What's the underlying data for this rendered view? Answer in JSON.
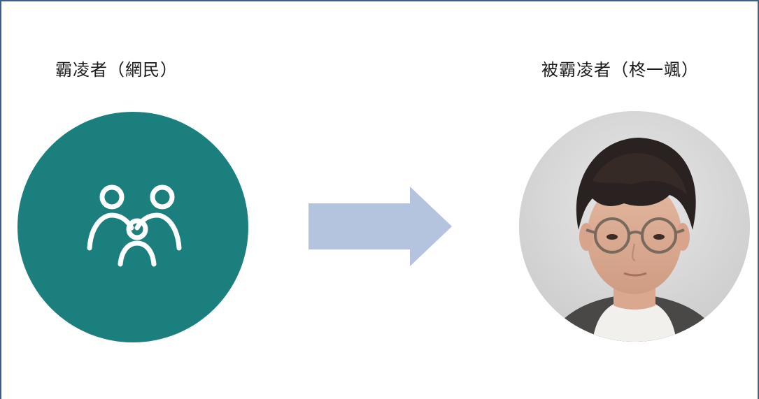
{
  "bully": {
    "label": "霸凌者（網民）",
    "icon": "group-people-icon",
    "circle_color": "#1b7f7e"
  },
  "victim": {
    "label": "被霸凌者（柊一颯）",
    "image": "portrait-photo"
  },
  "arrow": {
    "direction": "right",
    "color": "#b4c4de"
  },
  "colors": {
    "border": "#3b5f8f",
    "background": "#ffffff"
  }
}
